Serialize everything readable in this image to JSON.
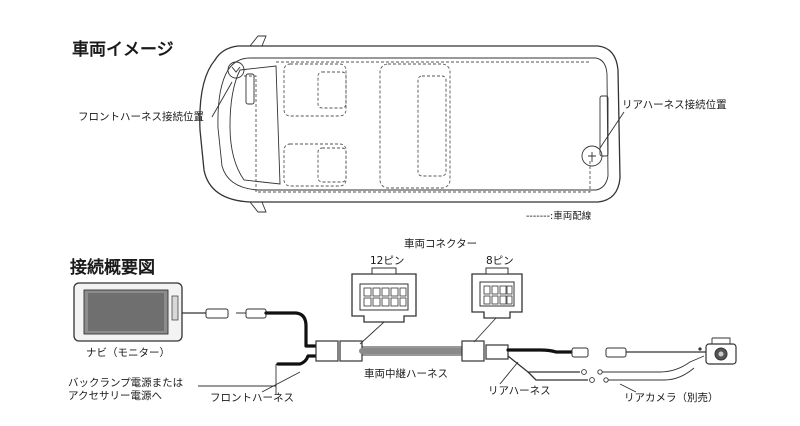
{
  "section_vehicle": {
    "title": "車両イメージ"
  },
  "vehicle": {
    "front_harness_position": "フロントハーネス接続位置",
    "rear_harness_position": "リアハーネス接続位置",
    "legend": "-------:車両配線"
  },
  "section_diagram": {
    "title": "接続概要図"
  },
  "diagram": {
    "vehicle_connector": "車両コネクター",
    "pin12": "12ピン",
    "pin8": "8ピン",
    "navi": "ナビ（モニター）",
    "power_line1": "バックランプ電源または",
    "power_line2": "アクセサリー電源へ",
    "front_harness": "フロントハーネス",
    "relay_harness": "車両中継ハーネス",
    "rear_harness": "リアハーネス",
    "rear_camera": "リアカメラ（別売）"
  }
}
